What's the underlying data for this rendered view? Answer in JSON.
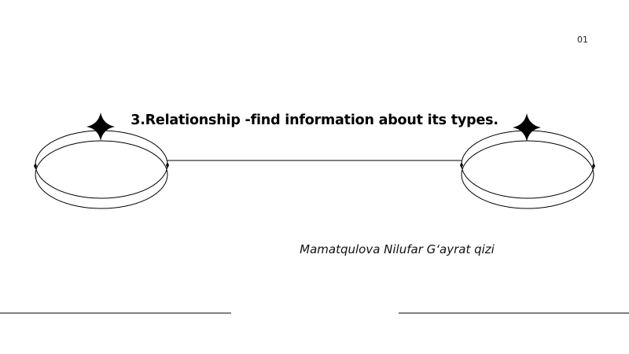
{
  "slide": {
    "page_number": "01",
    "title": "3.Relationship -find information about its types.",
    "author": "Mamatqulova Nilufar G‘ayrat qizi"
  },
  "icons": {
    "left_star": "four-point-star-icon",
    "right_star": "four-point-star-icon"
  },
  "colors": {
    "background": "#ffffff",
    "ink": "#000000"
  }
}
